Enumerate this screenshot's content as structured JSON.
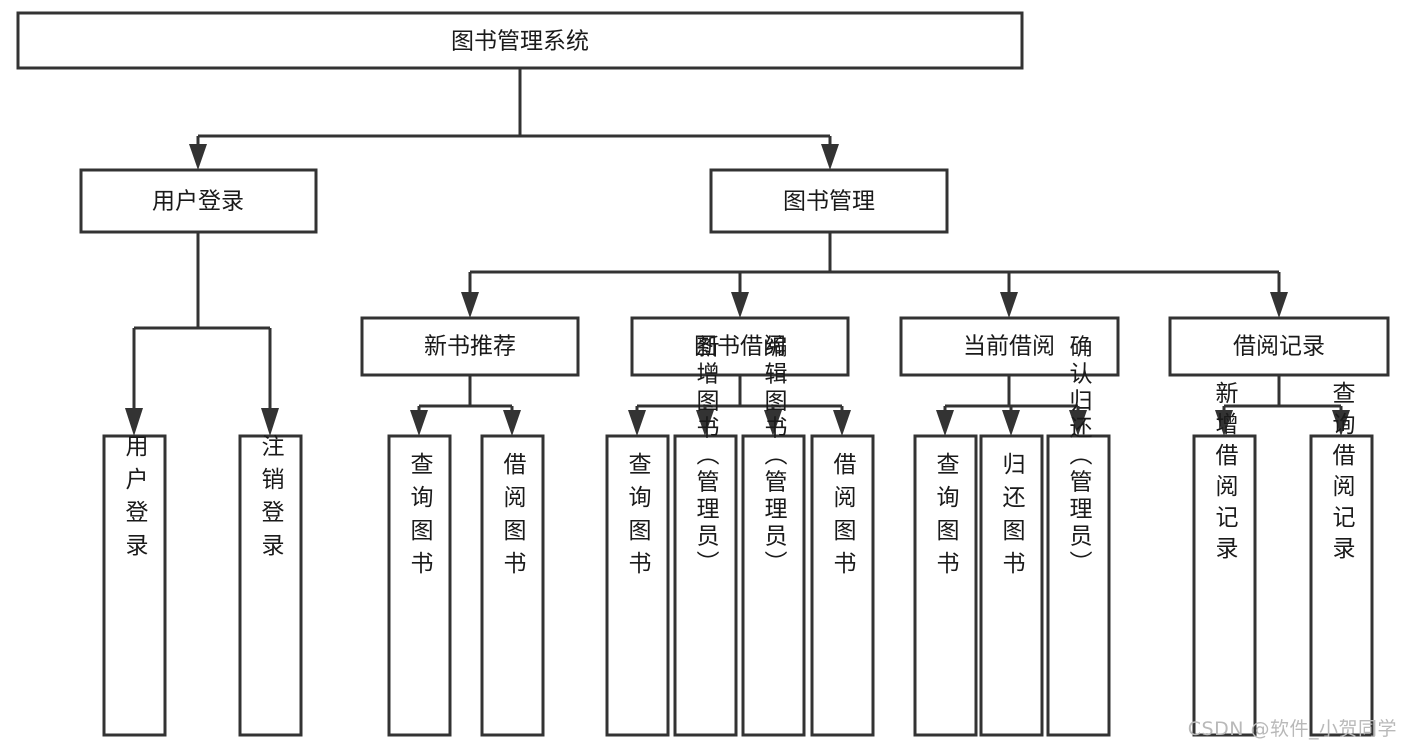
{
  "diagram": {
    "type": "tree",
    "title": "图书管理系统",
    "watermark": "CSDN @软件_小贺同学",
    "colors": {
      "stroke": "#333333",
      "box_fill": "#ffffff",
      "text": "#1a1a1a",
      "background": "#ffffff",
      "watermark": "#b9b9b9"
    },
    "nodes": {
      "root": {
        "label": "图书管理系统",
        "orientation": "horizontal"
      },
      "level2": [
        {
          "label": "用户登录",
          "orientation": "horizontal"
        },
        {
          "label": "图书管理",
          "orientation": "horizontal"
        }
      ],
      "level3": [
        {
          "label": "新书推荐",
          "orientation": "horizontal"
        },
        {
          "label": "图书借阅",
          "orientation": "horizontal"
        },
        {
          "label": "当前借阅",
          "orientation": "horizontal"
        },
        {
          "label": "借阅记录",
          "orientation": "horizontal"
        }
      ],
      "leaves": {
        "user_login": [
          {
            "label": "用户登录",
            "orientation": "vertical"
          },
          {
            "label": "注销登录",
            "orientation": "vertical"
          }
        ],
        "new_book_recommend": [
          {
            "label": "查询图书",
            "orientation": "vertical"
          },
          {
            "label": "借阅图书",
            "orientation": "vertical"
          }
        ],
        "book_borrow": [
          {
            "label": "查询图书",
            "orientation": "vertical"
          },
          {
            "label": "新增图书（管理员）",
            "orientation": "vertical"
          },
          {
            "label": "编辑图书（管理员）",
            "orientation": "vertical"
          },
          {
            "label": "借阅图书",
            "orientation": "vertical"
          }
        ],
        "current_borrow": [
          {
            "label": "查询图书",
            "orientation": "vertical"
          },
          {
            "label": "归还图书",
            "orientation": "vertical"
          },
          {
            "label": "确认归还（管理员）",
            "orientation": "vertical"
          }
        ],
        "borrow_record": [
          {
            "label": "新增借阅记录",
            "orientation": "vertical"
          },
          {
            "label": "查询借阅记录",
            "orientation": "vertical"
          }
        ]
      }
    },
    "edges": [
      {
        "from": "图书管理系统",
        "to": "用户登录"
      },
      {
        "from": "图书管理系统",
        "to": "图书管理"
      },
      {
        "from": "用户登录",
        "to": "用户登录"
      },
      {
        "from": "用户登录",
        "to": "注销登录"
      },
      {
        "from": "图书管理",
        "to": "新书推荐"
      },
      {
        "from": "图书管理",
        "to": "图书借阅"
      },
      {
        "from": "图书管理",
        "to": "当前借阅"
      },
      {
        "from": "图书管理",
        "to": "借阅记录"
      },
      {
        "from": "新书推荐",
        "to": "查询图书"
      },
      {
        "from": "新书推荐",
        "to": "借阅图书"
      },
      {
        "from": "图书借阅",
        "to": "查询图书"
      },
      {
        "from": "图书借阅",
        "to": "新增图书（管理员）"
      },
      {
        "from": "图书借阅",
        "to": "编辑图书（管理员）"
      },
      {
        "from": "图书借阅",
        "to": "借阅图书"
      },
      {
        "from": "当前借阅",
        "to": "查询图书"
      },
      {
        "from": "当前借阅",
        "to": "归还图书"
      },
      {
        "from": "当前借阅",
        "to": "确认归还（管理员）"
      },
      {
        "from": "借阅记录",
        "to": "新增借阅记录"
      },
      {
        "from": "借阅记录",
        "to": "查询借阅记录"
      }
    ]
  }
}
